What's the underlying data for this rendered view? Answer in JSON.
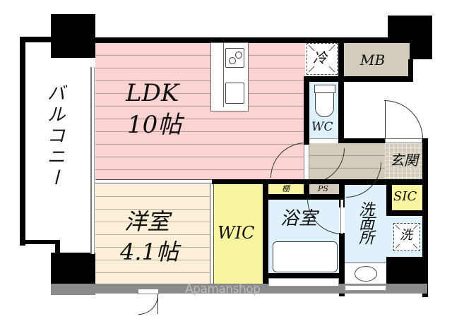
{
  "floorplan": {
    "rooms": {
      "balcony": {
        "label": "バルコニー"
      },
      "ldk": {
        "name": "LDK",
        "size": "10帖"
      },
      "western_room": {
        "name": "洋室",
        "size": "4.1帖"
      },
      "wic": {
        "label": "WIC"
      },
      "bathroom": {
        "label": "浴室"
      },
      "washroom": {
        "label": "洗面所"
      },
      "wc": {
        "label": "WC"
      },
      "entrance": {
        "label": "玄関"
      },
      "sic": {
        "label": "SIC"
      },
      "mb": {
        "label": "MB"
      },
      "ps": {
        "label": "PS"
      },
      "shelf": {
        "label": "棚"
      },
      "fridge": {
        "label": "冷"
      },
      "washer": {
        "label": "洗"
      }
    },
    "watermark": "Apamanshop",
    "colors": {
      "ldk": "#fbd3d3",
      "western_room": "#fdf0d8",
      "wic": "#faf5a0",
      "wet_area": "#dff2fb",
      "mb": "#d3cbbb",
      "wall": "#000000"
    }
  }
}
